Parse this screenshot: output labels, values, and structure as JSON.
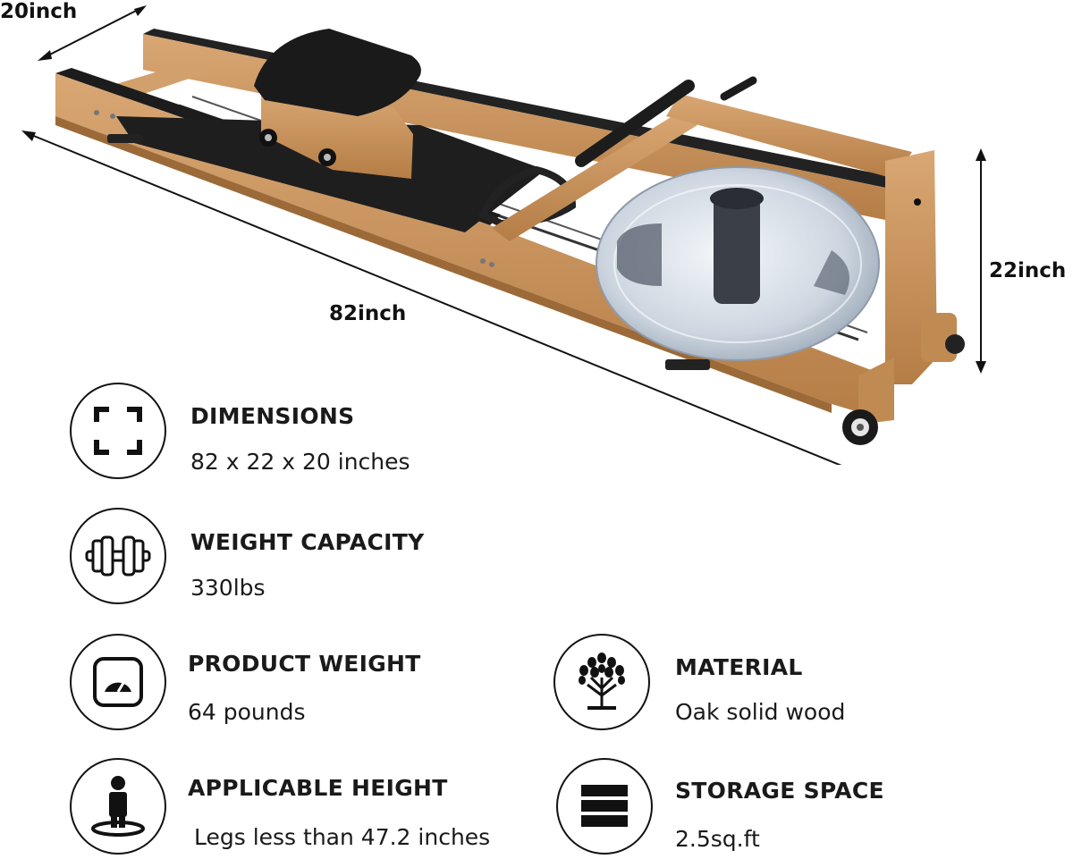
{
  "dimension_labels": {
    "depth": "20inch",
    "length": "82inch",
    "height": "22inch"
  },
  "specs": [
    {
      "id": "dimensions",
      "icon": "expand-frame-icon",
      "title": "DIMENSIONS",
      "value": "82 x 22 x 20 inches"
    },
    {
      "id": "weight-capacity",
      "icon": "dumbbell-icon",
      "title": "WEIGHT CAPACITY",
      "value": "330lbs"
    },
    {
      "id": "product-weight",
      "icon": "scale-icon",
      "title": "PRODUCT WEIGHT",
      "value": "64 pounds"
    },
    {
      "id": "material",
      "icon": "tree-icon",
      "title": "MATERIAL",
      "value": "Oak solid wood"
    },
    {
      "id": "applicable-height",
      "icon": "person-icon",
      "title": "APPLICABLE HEIGHT",
      "value": "Legs less than 47.2 inches"
    },
    {
      "id": "storage-space",
      "icon": "storage-stack-icon",
      "title": "STORAGE SPACE",
      "value": "2.5sq.ft"
    }
  ],
  "colors": {
    "wood": "#c8955f",
    "wood_dark": "#a8723f",
    "rail": "#222222",
    "tank": "#dfe6ee",
    "text": "#1a1a1a"
  }
}
